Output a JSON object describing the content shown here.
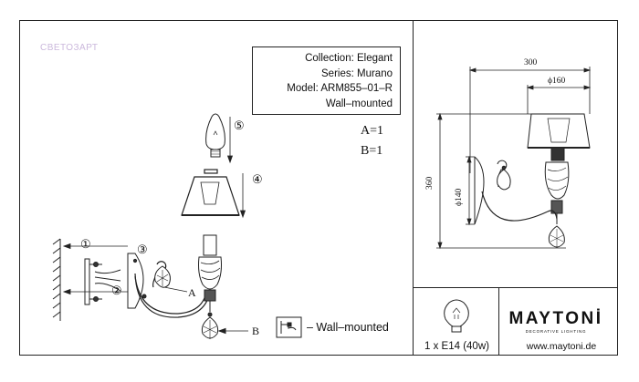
{
  "ghost_logo": "СВЕТОЗАРТ",
  "info": {
    "collection": "Collection: Elegant",
    "series": "Series: Murano",
    "model": "Model: ARM855–01–R",
    "mounting": "Wall–mounted"
  },
  "quantities": {
    "a": "A=1",
    "b": "B=1"
  },
  "steps": {
    "s1": "①",
    "s2": "②",
    "s3": "③",
    "s4": "④",
    "s5": "⑤"
  },
  "parts": {
    "a": "A",
    "b": "B"
  },
  "wall_legend": "– Wall–mounted",
  "dimensions": {
    "width": "300",
    "shade_diameter": "ϕ160",
    "height": "360",
    "plate_diameter": "ϕ140"
  },
  "lamp_spec": "1 x E14 (40w)",
  "brand": {
    "name": "MAYTONİ",
    "tagline": "DECORATIVE LIGHTING",
    "url": "www.maytoni.de"
  }
}
